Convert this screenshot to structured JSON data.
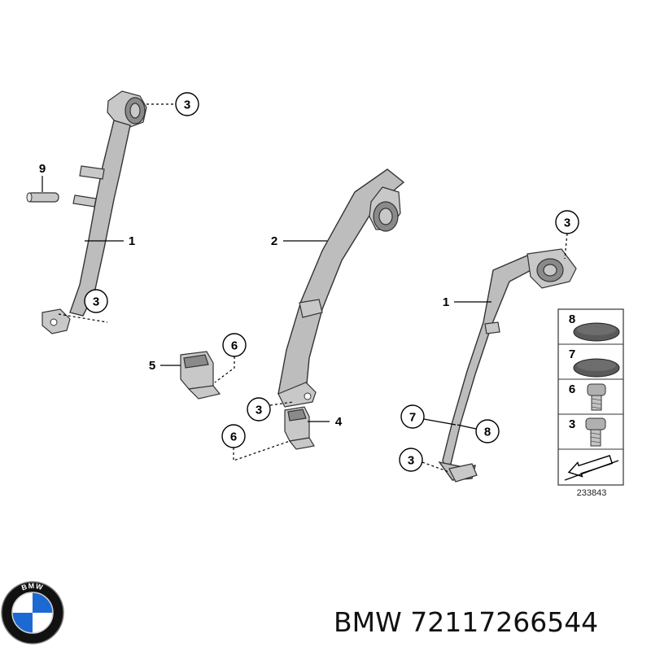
{
  "callouts": {
    "c3_top": "3",
    "c9": "9",
    "c1_left": "1",
    "c3_left_bottom": "3",
    "c2": "2",
    "c6_upper": "6",
    "c5": "5",
    "c3_middle": "3",
    "c4": "4",
    "c6_lower": "6",
    "c3_right_top": "3",
    "c1_right": "1",
    "c7": "7",
    "c8": "8",
    "c3_right_bottom": "3"
  },
  "legend": {
    "items": [
      {
        "label": "8",
        "icon": "cap-icon"
      },
      {
        "label": "7",
        "icon": "cap-icon"
      },
      {
        "label": "6",
        "icon": "bolt-icon"
      },
      {
        "label": "3",
        "icon": "bolt-icon"
      }
    ],
    "arrow_icon": "direction-arrow-icon"
  },
  "diagram_ref": "233843",
  "brand": {
    "logo_letters": "BMW",
    "caption": "BMW 72117266544",
    "colors": {
      "blue": "#1c69d4",
      "ring": "#111111",
      "white": "#ffffff"
    }
  }
}
